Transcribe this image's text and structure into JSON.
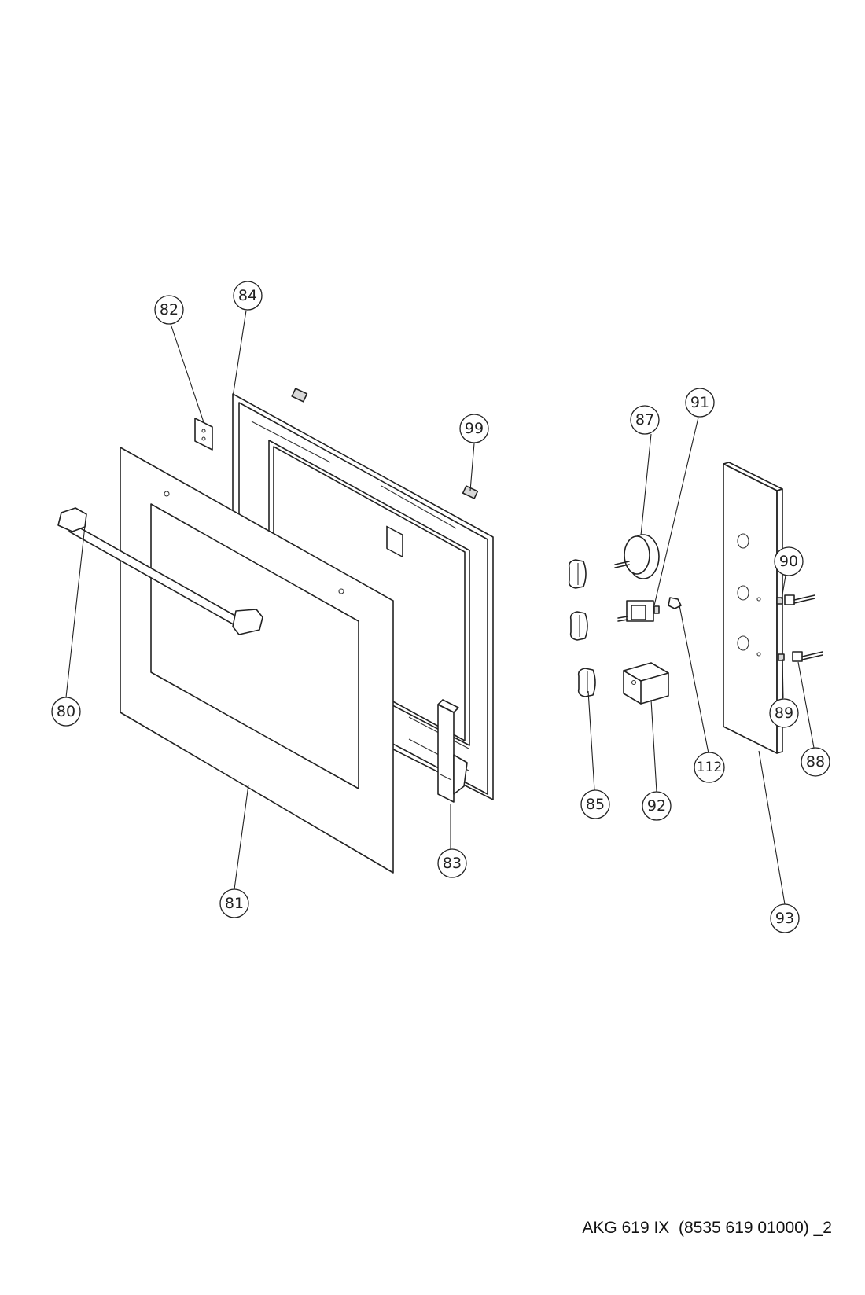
{
  "caption": "AKG 619 IX  (8535 619 01000) _2",
  "callouts": [
    {
      "id": "80",
      "label": "80"
    },
    {
      "id": "81",
      "label": "81"
    },
    {
      "id": "82",
      "label": "82"
    },
    {
      "id": "83",
      "label": "83"
    },
    {
      "id": "84",
      "label": "84"
    },
    {
      "id": "85",
      "label": "85"
    },
    {
      "id": "87",
      "label": "87"
    },
    {
      "id": "88",
      "label": "88"
    },
    {
      "id": "89",
      "label": "89"
    },
    {
      "id": "90",
      "label": "90"
    },
    {
      "id": "91",
      "label": "91"
    },
    {
      "id": "92",
      "label": "92"
    },
    {
      "id": "93",
      "label": "93"
    },
    {
      "id": "99",
      "label": "99"
    },
    {
      "id": "112",
      "label": "112"
    }
  ]
}
